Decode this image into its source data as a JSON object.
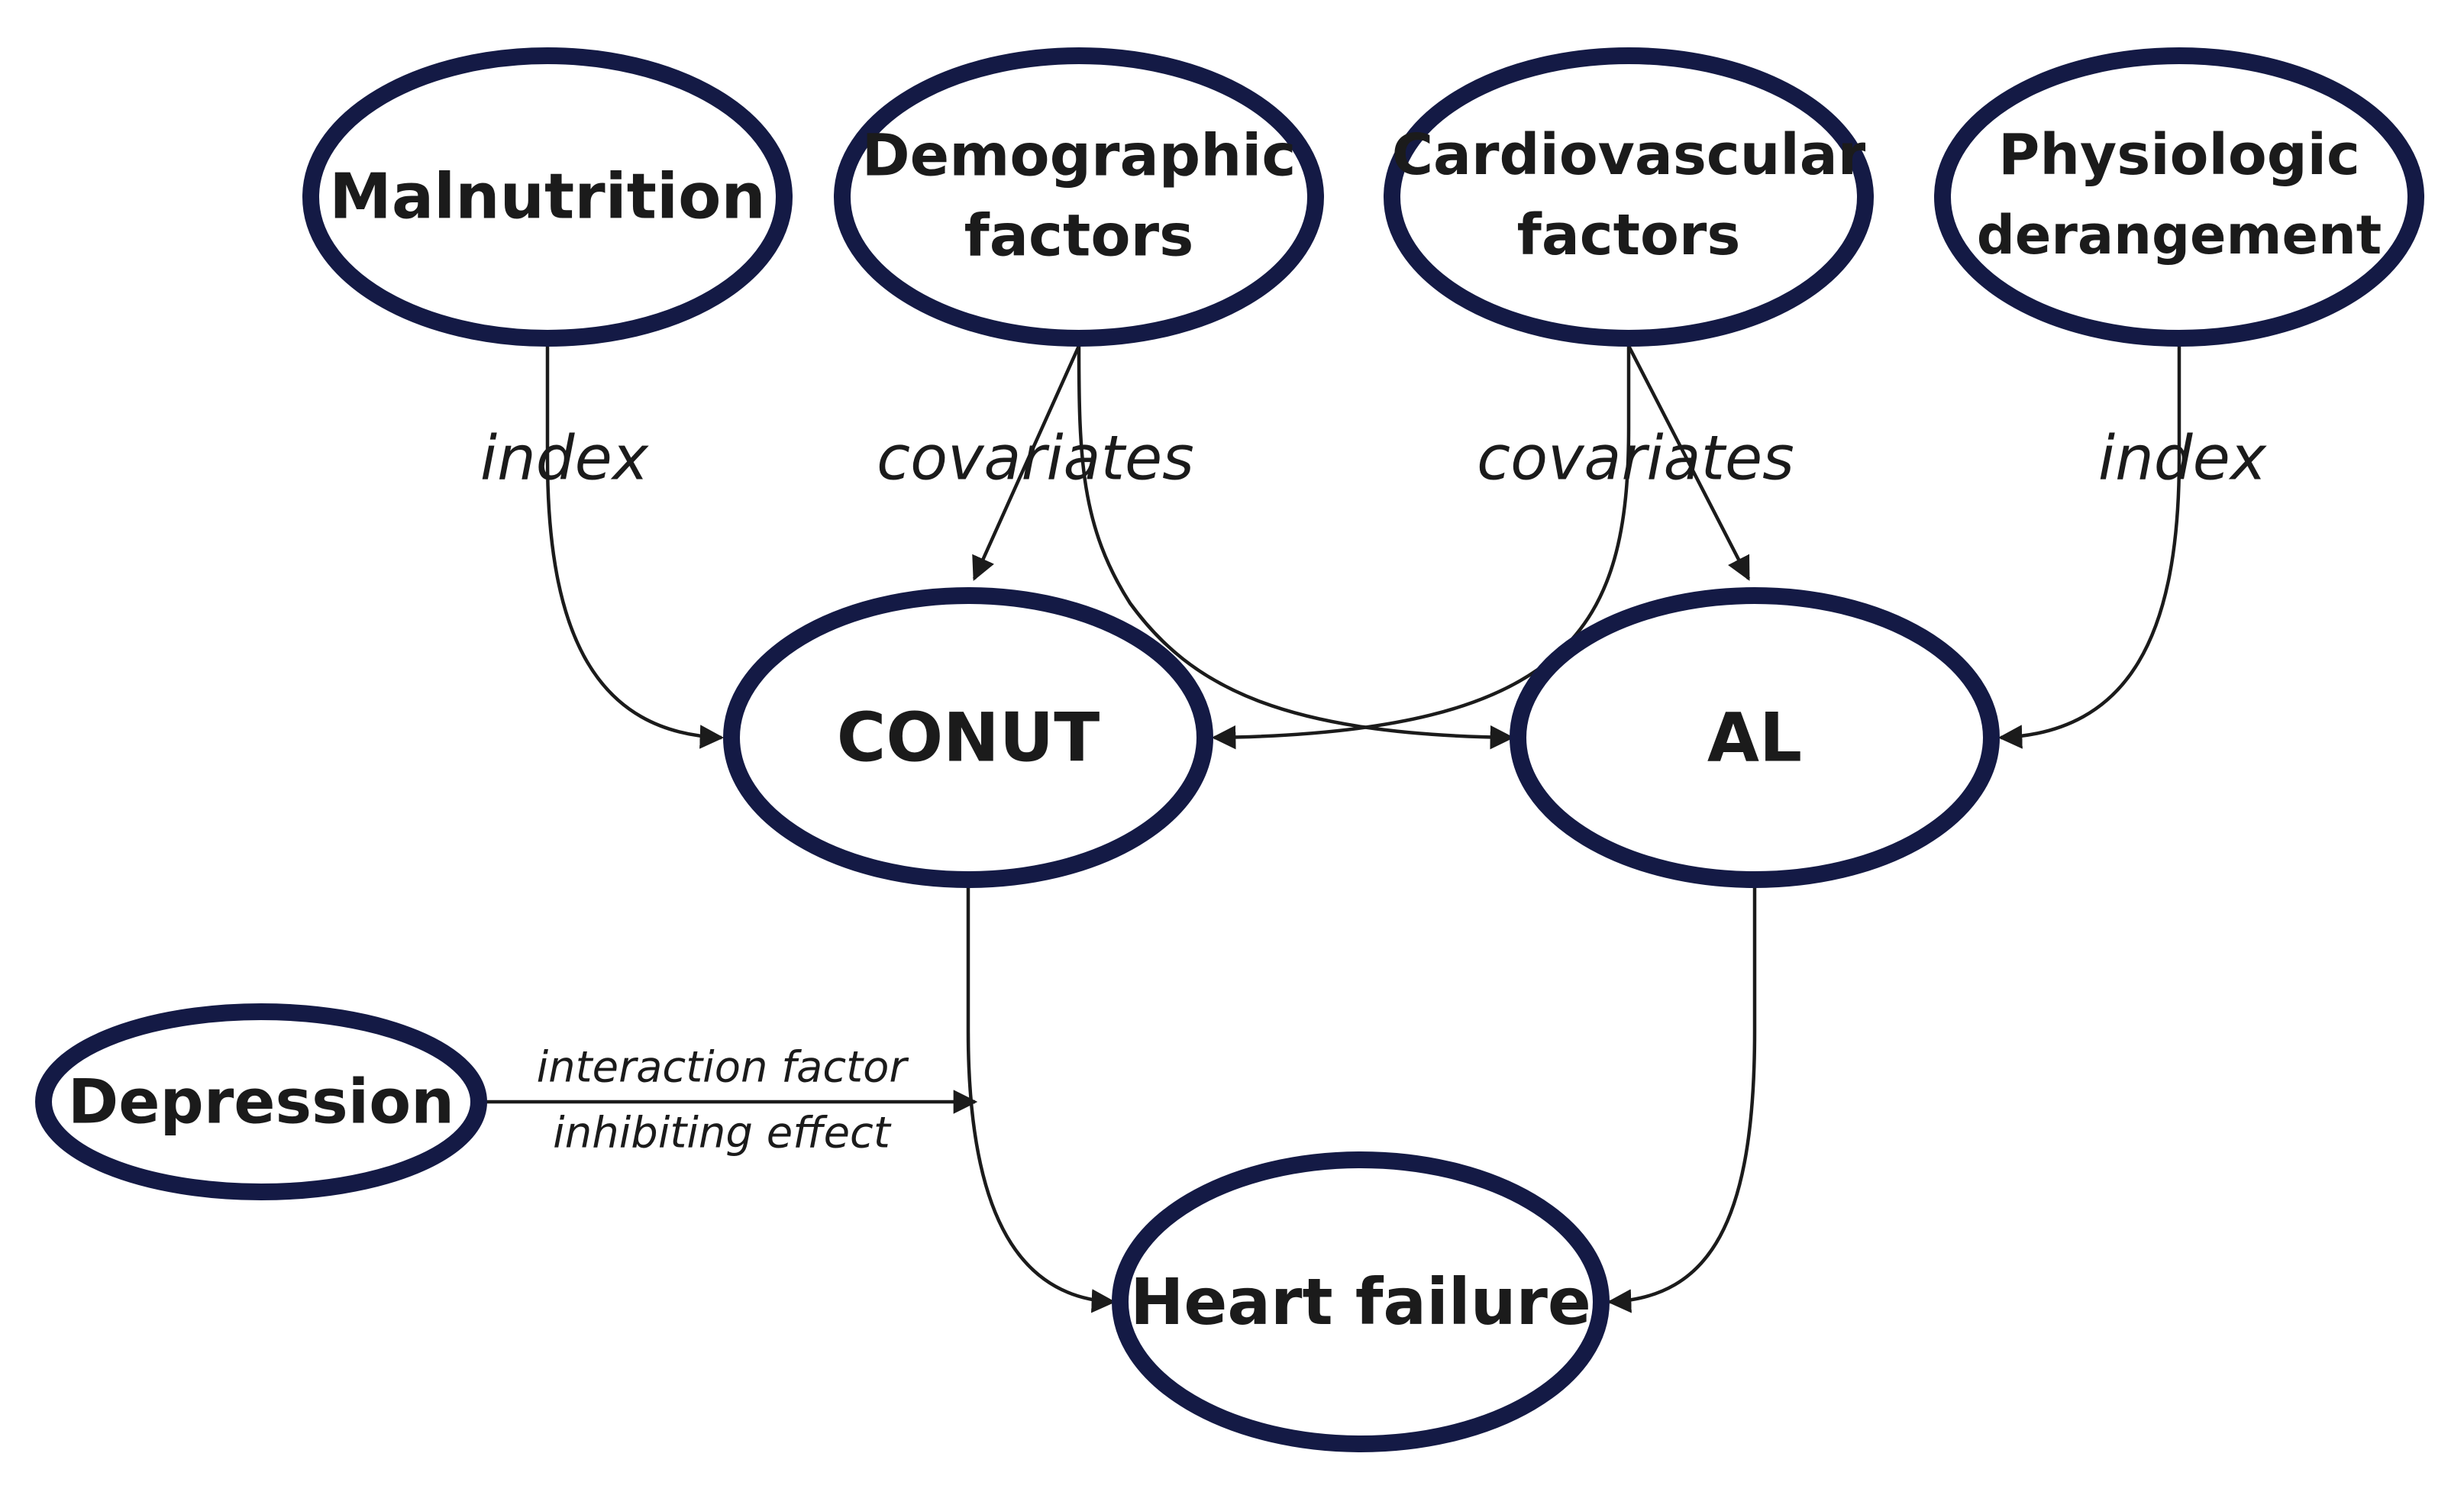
{
  "colors": {
    "node_border": "#141a45",
    "node_fill": "#ffffff",
    "text": "#1b1b1b",
    "edge": "#1b1b1b"
  },
  "nodes": {
    "malnutrition": {
      "lines": [
        "Malnutrition"
      ]
    },
    "demographic": {
      "lines": [
        "Demographic",
        "factors"
      ]
    },
    "cardiovascular": {
      "lines": [
        "Cardiovascular",
        "factors"
      ]
    },
    "physiologic": {
      "lines": [
        "Physiologic",
        "derangement"
      ]
    },
    "conut": {
      "lines": [
        "CONUT"
      ]
    },
    "al": {
      "lines": [
        "AL"
      ]
    },
    "depression": {
      "lines": [
        "Depression"
      ]
    },
    "heart_failure": {
      "lines": [
        "Heart failure"
      ]
    }
  },
  "edge_labels": {
    "malnutrition_index": "index",
    "demographic_covariates": "covariates",
    "cardiovascular_covariates": "covariates",
    "physiologic_index": "index",
    "interaction_factor": "interaction factor",
    "inhibiting_effect": "inhibiting effect"
  }
}
